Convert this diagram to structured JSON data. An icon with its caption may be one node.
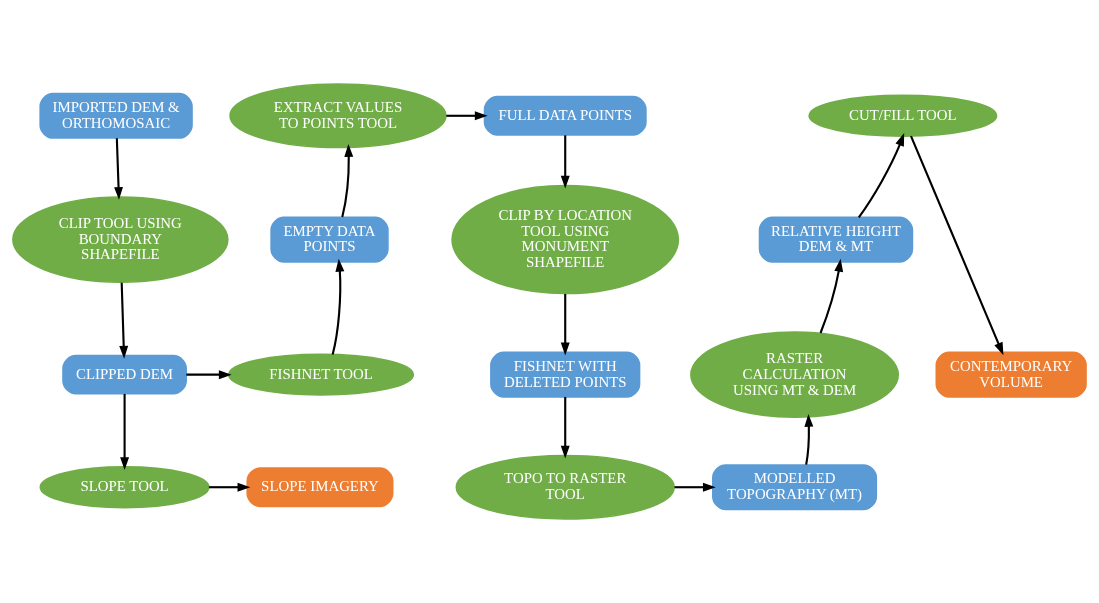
{
  "diagram": {
    "nodes": [
      {
        "text": [
          "IMPORTED DEM & ORTHOMOSAIC"
        ]
      },
      {
        "text": [
          "CLIP TOOL USING BOUNDARY SHAPEFILE"
        ]
      },
      {
        "text": [
          "CLIPPED DEM"
        ]
      },
      {
        "text": [
          "SLOPE TOOL"
        ]
      },
      {
        "text": [
          "SLOPE IMAGERY"
        ]
      },
      {
        "text": [
          "FISHNET TOOL"
        ]
      },
      {
        "text": [
          "EMPTY DATA POINTS"
        ]
      },
      {
        "text": [
          "EXTRACT VALUES TO POINTS TOOL"
        ]
      },
      {
        "text": [
          "FULL DATA POINTS"
        ]
      },
      {
        "text": [
          "CLIP BY LOCATION TOOL USING MONUMENT SHAPEFILE"
        ]
      },
      {
        "text": [
          "FISHNET WITH DELETED POINTS"
        ]
      },
      {
        "text": [
          "TOPO TO RASTER TOOL"
        ]
      },
      {
        "text": [
          "MODELLED TOPOGRAPHY (MT)"
        ]
      },
      {
        "text": [
          "RASTER CALCULATION USING MT & DEM"
        ]
      },
      {
        "text": [
          "RELATIVE HEIGHT DEM & MT"
        ]
      },
      {
        "text": [
          "CUT/FILL TOOL"
        ]
      },
      {
        "text": [
          "CONTEMPORARY VOLUME"
        ]
      }
    ],
    "edges": [
      {
        "from": 0,
        "to": 1,
        "arrow": "to"
      },
      {
        "from": 1,
        "to": 2,
        "arrow": "to"
      },
      {
        "from": 2,
        "to": 3,
        "arrow": "to"
      },
      {
        "from": 3,
        "to": 4,
        "arrow": "to"
      },
      {
        "from": 2,
        "to": 5,
        "arrow": "to"
      },
      {
        "from": 5,
        "to": 6,
        "arrow": "to"
      },
      {
        "from": 6,
        "to": 7,
        "arrow": "to"
      },
      {
        "from": 7,
        "to": 8,
        "arrow": "to"
      },
      {
        "from": 8,
        "to": 9,
        "arrow": "to"
      },
      {
        "from": 9,
        "to": 10,
        "arrow": "to"
      },
      {
        "from": 10,
        "to": 11,
        "arrow": "to"
      },
      {
        "from": 11,
        "to": 12,
        "arrow": "to"
      },
      {
        "from": 12,
        "to": 13,
        "arrow": "to"
      },
      {
        "from": 13,
        "to": 14,
        "arrow": "to"
      },
      {
        "from": 14,
        "to": 15,
        "arrow": "to"
      },
      {
        "from": 15,
        "to": 16,
        "arrow": "to"
      }
    ]
  }
}
